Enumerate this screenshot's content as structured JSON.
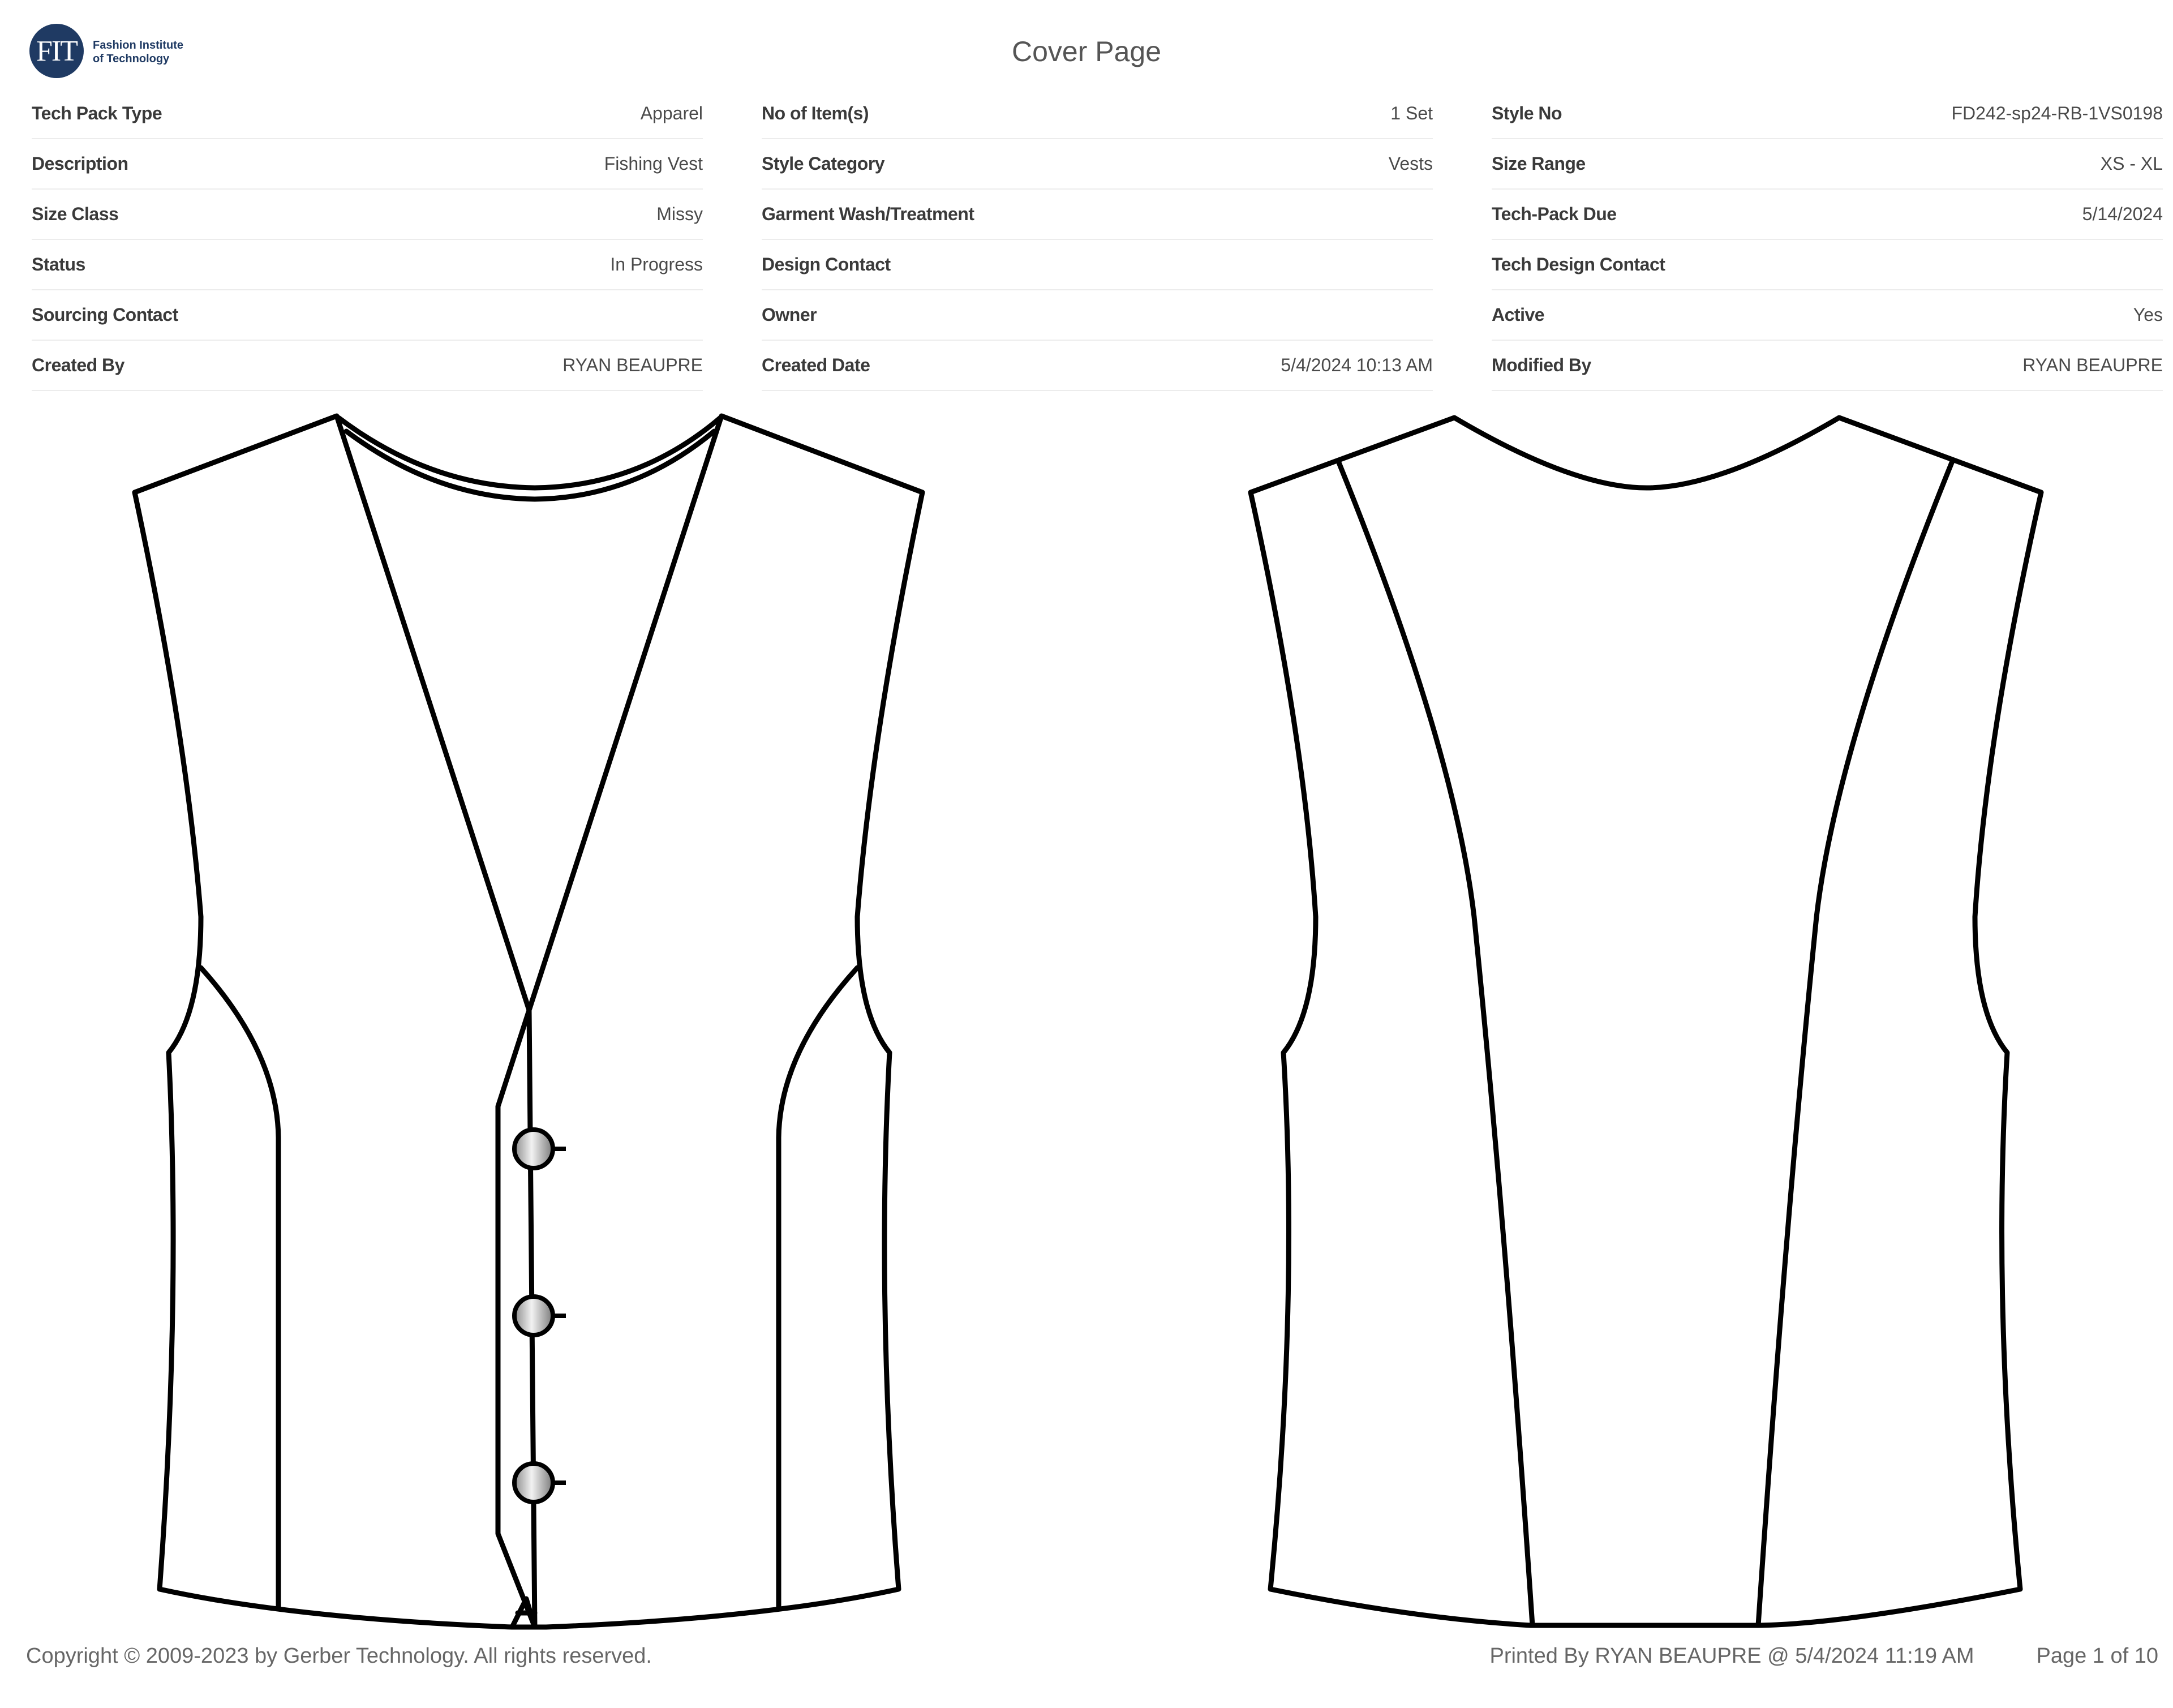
{
  "logo": {
    "mark": "FIT",
    "line1": "Fashion Institute",
    "line2": "of Technology"
  },
  "title": "Cover Page",
  "info": {
    "columns": [
      [
        {
          "label": "Tech Pack Type",
          "value": "Apparel"
        },
        {
          "label": "Description",
          "value": "Fishing Vest"
        },
        {
          "label": "Size Class",
          "value": "Missy"
        },
        {
          "label": "Status",
          "value": "In Progress"
        },
        {
          "label": "Sourcing Contact",
          "value": ""
        },
        {
          "label": "Created By",
          "value": "RYAN BEAUPRE"
        }
      ],
      [
        {
          "label": "No of Item(s)",
          "value": "1 Set"
        },
        {
          "label": "Style Category",
          "value": "Vests"
        },
        {
          "label": "Garment Wash/Treatment",
          "value": ""
        },
        {
          "label": "Design Contact",
          "value": ""
        },
        {
          "label": "Owner",
          "value": ""
        },
        {
          "label": "Created Date",
          "value": "5/4/2024 10:13 AM"
        }
      ],
      [
        {
          "label": "Style No",
          "value": "FD242-sp24-RB-1VS0198"
        },
        {
          "label": "Size Range",
          "value": "XS - XL"
        },
        {
          "label": "Tech-Pack Due",
          "value": "5/14/2024"
        },
        {
          "label": "Tech Design Contact",
          "value": ""
        },
        {
          "label": "Active",
          "value": "Yes"
        },
        {
          "label": "Modified By",
          "value": "RYAN BEAUPRE"
        }
      ]
    ]
  },
  "footer": {
    "copyright": "Copyright © 2009-2023 by Gerber Technology. All rights reserved.",
    "printed_by": "Printed By RYAN BEAUPRE @ 5/4/2024 11:19 AM",
    "page": "Page 1 of 10"
  },
  "colors": {
    "logo_bg": "#1f3a63",
    "line": "#000000",
    "divider": "#ececec"
  }
}
